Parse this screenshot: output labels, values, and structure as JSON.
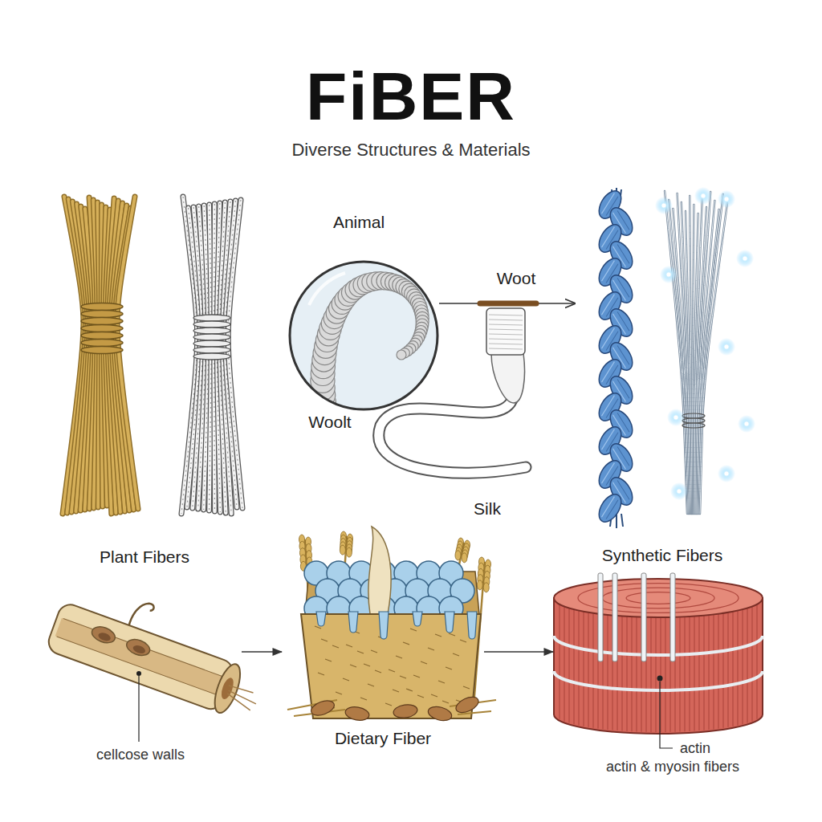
{
  "diagram": {
    "title": "FiBER",
    "nodes": [
      {
        "text": [
          "Plant Fibers"
        ]
      },
      {
        "text": [
          "Dietary Fiber"
        ]
      },
      {
        "text": [
          "Synthetic Fibers"
        ]
      }
    ],
    "edges": [
      {
        "from": 0,
        "to": 1,
        "arrow": "to"
      },
      {
        "from": 1,
        "to": 2,
        "arrow": "to"
      }
    ],
    "labels": [
      "Diverse Structures & Materials",
      "Animal",
      "Woot",
      "Woolt",
      "Silk",
      "cellcose walls",
      "actin",
      "actin & myosin fibers"
    ]
  }
}
